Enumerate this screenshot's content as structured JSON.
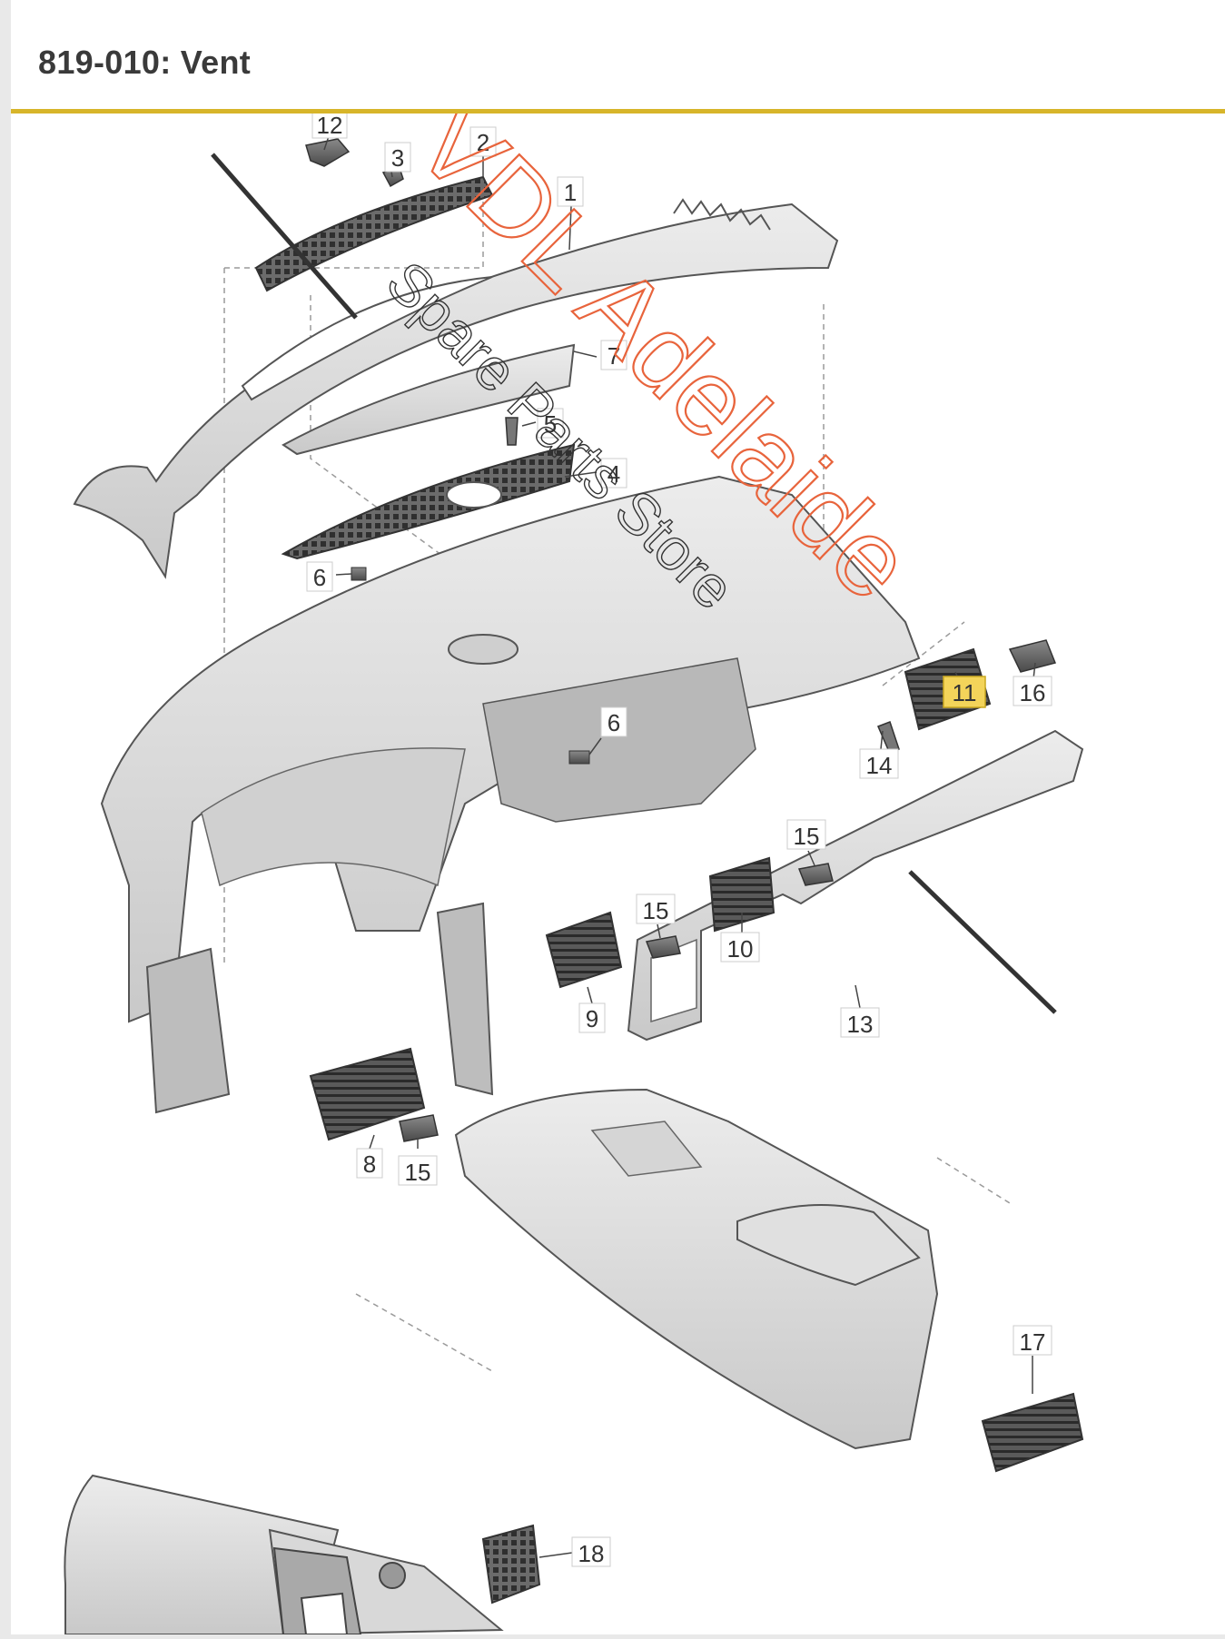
{
  "header": {
    "title": "819-010: Vent",
    "accent_color": "#d7b52a"
  },
  "watermark": {
    "line1": "VDL Adelaide",
    "line2": "Spare Parts Store",
    "color1": "#e8643c",
    "color2": "#333333"
  },
  "callouts": [
    {
      "id": "c12",
      "label": "12"
    },
    {
      "id": "c3",
      "label": "3"
    },
    {
      "id": "c2",
      "label": "2"
    },
    {
      "id": "c1",
      "label": "1"
    },
    {
      "id": "c7",
      "label": "7"
    },
    {
      "id": "c5",
      "label": "5"
    },
    {
      "id": "c4",
      "label": "4"
    },
    {
      "id": "c6a",
      "label": "6"
    },
    {
      "id": "c6b",
      "label": "6"
    },
    {
      "id": "c11",
      "label": "11",
      "highlighted": true
    },
    {
      "id": "c16",
      "label": "16"
    },
    {
      "id": "c14",
      "label": "14"
    },
    {
      "id": "c15a",
      "label": "15"
    },
    {
      "id": "c15b",
      "label": "15"
    },
    {
      "id": "c10",
      "label": "10"
    },
    {
      "id": "c9",
      "label": "9"
    },
    {
      "id": "c13",
      "label": "13"
    },
    {
      "id": "c8",
      "label": "8"
    },
    {
      "id": "c15c",
      "label": "15"
    },
    {
      "id": "c17",
      "label": "17"
    },
    {
      "id": "c18",
      "label": "18"
    }
  ],
  "highlight_color": "#f3d45a"
}
